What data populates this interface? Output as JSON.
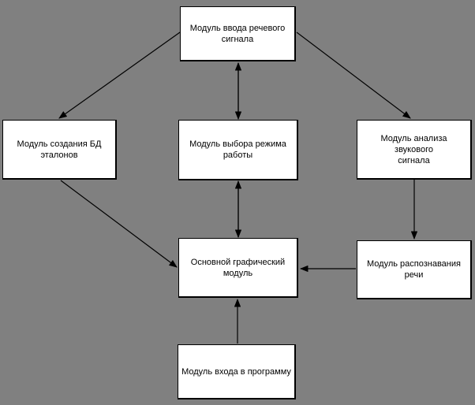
{
  "diagram": {
    "background_color": "#808080",
    "node_fill_color": "#ffffff",
    "border_color": "#000000",
    "arrow_color": "#000000",
    "nodes": [
      {
        "id": "speech-input",
        "label": [
          "Модуль ввода речевого",
          "сигнала"
        ]
      },
      {
        "id": "db-templates",
        "label": [
          "Модуль создания БД",
          "эталонов"
        ]
      },
      {
        "id": "mode-select",
        "label": [
          "Модуль выбора режима",
          "работы"
        ]
      },
      {
        "id": "sound-analysis",
        "label": [
          "Модуль анализа звукового",
          "сигнала"
        ]
      },
      {
        "id": "main-graphic",
        "label": [
          "Основной графический",
          "модуль"
        ]
      },
      {
        "id": "speech-recognition",
        "label": [
          "Модуль распознавания речи"
        ]
      },
      {
        "id": "program-entry",
        "label": [
          "Модуль входа в программу"
        ]
      }
    ],
    "edges": [
      {
        "from": "speech-input",
        "to": "db-templates",
        "direction": "one-way"
      },
      {
        "from": "speech-input",
        "to": "mode-select",
        "direction": "two-way"
      },
      {
        "from": "speech-input",
        "to": "sound-analysis",
        "direction": "one-way"
      },
      {
        "from": "db-templates",
        "to": "main-graphic",
        "direction": "one-way"
      },
      {
        "from": "mode-select",
        "to": "main-graphic",
        "direction": "two-way"
      },
      {
        "from": "sound-analysis",
        "to": "speech-recognition",
        "direction": "one-way"
      },
      {
        "from": "speech-recognition",
        "to": "main-graphic",
        "direction": "one-way"
      },
      {
        "from": "program-entry",
        "to": "main-graphic",
        "direction": "one-way"
      }
    ]
  }
}
